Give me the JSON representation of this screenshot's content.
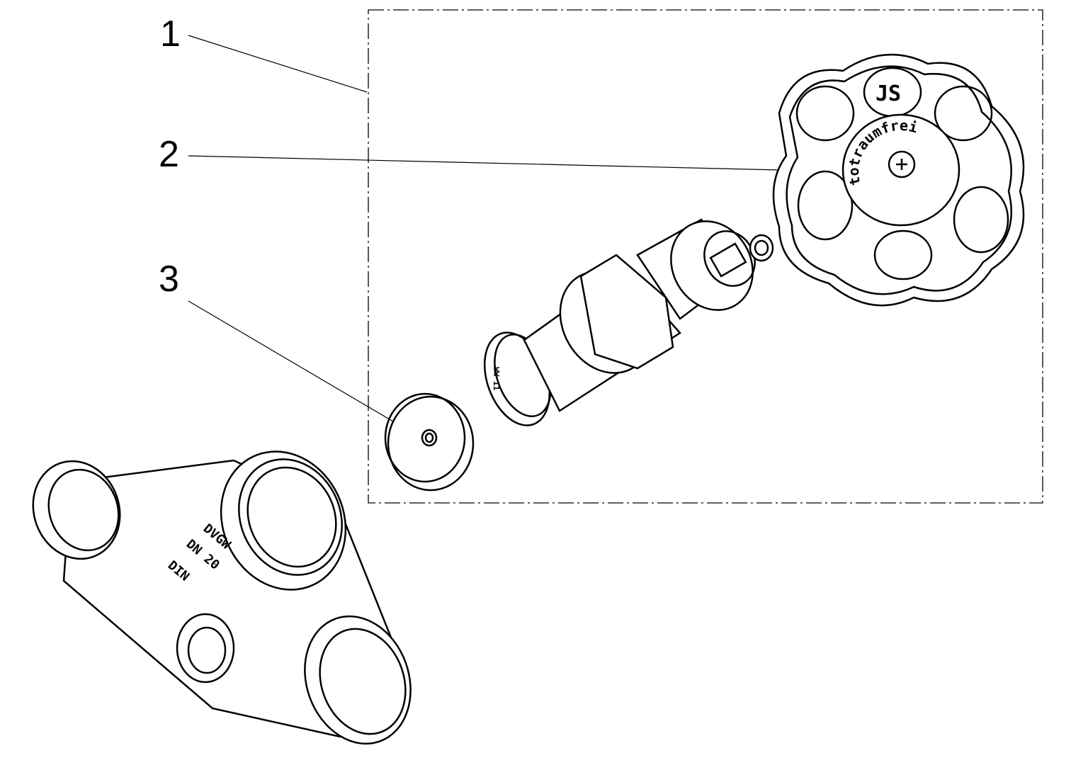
{
  "callouts": [
    {
      "label": "1",
      "part": "valve-upper-assembly"
    },
    {
      "label": "2",
      "part": "handwheel"
    },
    {
      "label": "3",
      "part": "seal-disc"
    }
  ],
  "handwheel": {
    "text": "totraumfrei",
    "logo": "JS"
  },
  "gasket": {
    "text": "WW 11"
  },
  "valve_body": {
    "markings": [
      "DIN",
      "DN 20",
      "DVGW"
    ]
  }
}
